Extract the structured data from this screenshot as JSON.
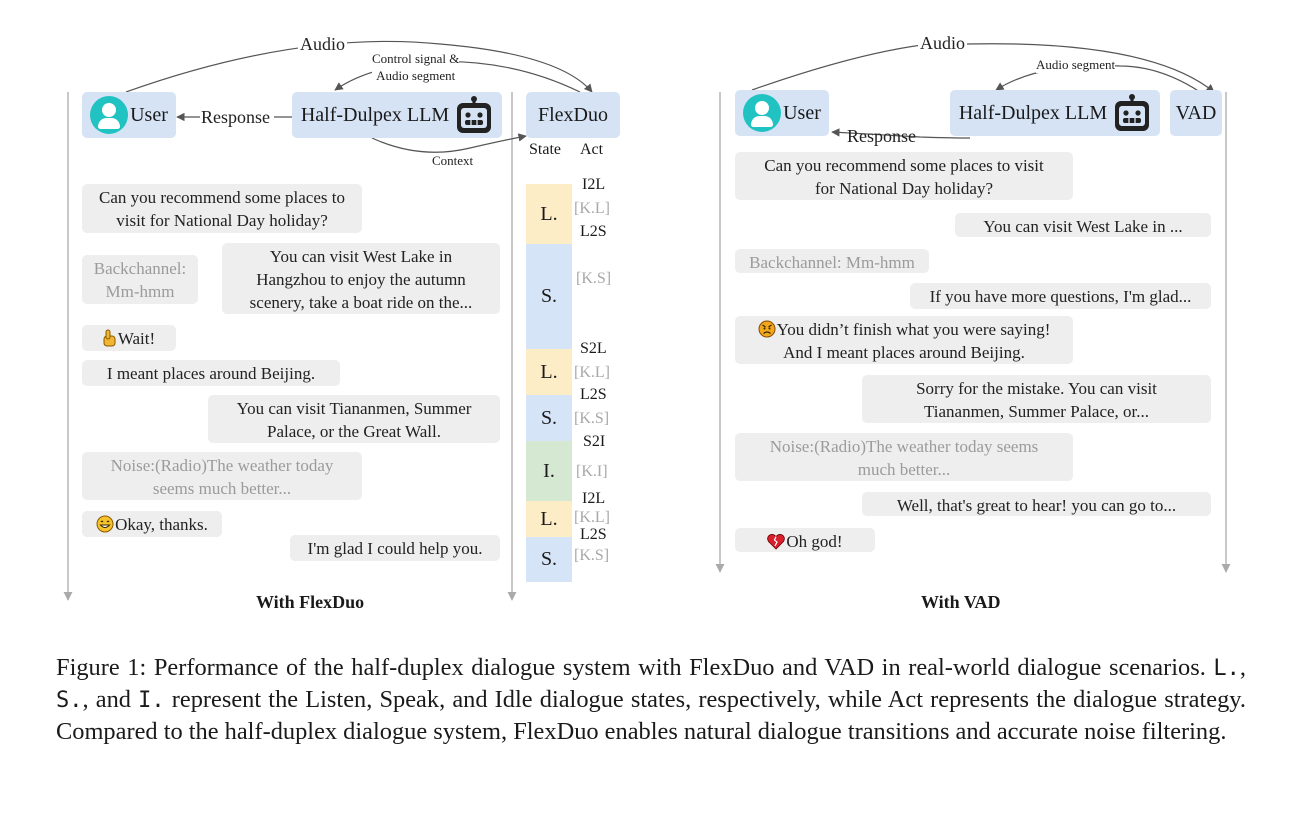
{
  "left": {
    "nodes": {
      "user": "User",
      "llm": "Half-Dulpex LLM",
      "flexduo": "FlexDuo"
    },
    "edges": {
      "audio": "Audio",
      "control": "Control signal &\nAudio segment",
      "response": "Response",
      "context": "Context"
    },
    "columns": {
      "state": "State",
      "act": "Act"
    },
    "bubbles": [
      "Can you recommend some places to\nvisit for  National Day holiday?",
      "Backchannel:\nMm-hmm",
      "You can visit West Lake in\nHangzhou to enjoy the autumn\nscenery, take a boat ride on the...",
      "Wait!",
      "I meant places around Beijing.",
      "You can visit Tiananmen, Summer\nPalace, or the Great Wall.",
      "Noise:(Radio)The weather today\nseems much better...",
      "Okay, thanks.",
      "I'm glad I could help you."
    ],
    "states": [
      "L.",
      "S.",
      "L.",
      "S.",
      "I.",
      "L.",
      "S."
    ],
    "acts": [
      "I2L",
      "[K.L]",
      "L2S",
      "[K.S]",
      "S2L",
      "[K.L]",
      "L2S",
      "[K.S]",
      "S2I",
      "[K.I]",
      "I2L",
      "[K.L]",
      "L2S",
      "[K.S]"
    ],
    "subtitle": "With FlexDuo"
  },
  "right": {
    "nodes": {
      "user": "User",
      "llm": "Half-Dulpex LLM",
      "vad": "VAD"
    },
    "edges": {
      "audio": "Audio",
      "audio_segment": "Audio segment",
      "response": "Response"
    },
    "bubbles": [
      "Can you recommend some places to visit\nfor  National Day holiday?",
      "You can visit West Lake in ...",
      "Backchannel: Mm-hmm",
      "If you have more questions, I'm glad...",
      "You didn’t finish what you were saying!\nAnd I meant places around Beijing.",
      "Sorry for the mistake. You can visit\nTiananmen, Summer Palace, or...",
      "Noise:(Radio)The weather today seems\nmuch better...",
      "Well, that's great to hear! you can go to...",
      "Oh god!"
    ],
    "subtitle": "With VAD"
  },
  "caption": {
    "label": "Figure 1:",
    "part1": " Performance of the half-duplex dialogue system with FlexDuo and VAD in real-world dialogue scenarios. ",
    "code_l": "L.",
    "sep1": ", ",
    "code_s": "S.",
    "sep2": ", and ",
    "code_i": "I.",
    "part2": " represent the Listen, Speak, and Idle dialogue states, respectively, while Act represents the dialogue strategy. Compared to the half-duplex dialogue system, FlexDuo enables natural dialogue transitions and accurate noise filtering."
  },
  "colors": {
    "node": "#d5e3f5",
    "listen": "#fdedc6",
    "speak": "#d6e4f7",
    "idle": "#d5e8d2",
    "avatar": "#21c2c2",
    "bubble": "#eeeeee",
    "muted_text": "#9b9b9b",
    "line": "#888888"
  },
  "icons": [
    "user-avatar-icon",
    "robot-icon",
    "pointing-hand-icon",
    "grinning-face-icon",
    "angry-face-icon",
    "broken-heart-icon"
  ]
}
